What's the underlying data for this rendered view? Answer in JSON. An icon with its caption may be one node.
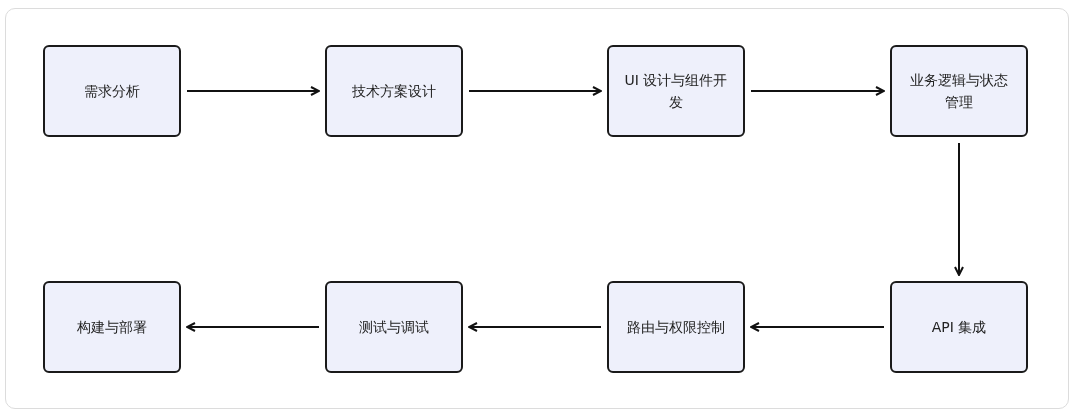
{
  "diagram": {
    "nodes": [
      {
        "text": [
          "需求分析"
        ]
      },
      {
        "text": [
          "技术方案设计"
        ]
      },
      {
        "text": [
          "UI 设计与组件开发"
        ]
      },
      {
        "text": [
          "业务逻辑与状态管理"
        ]
      },
      {
        "text": [
          "构建与部署"
        ]
      },
      {
        "text": [
          "测试与调试"
        ]
      },
      {
        "text": [
          "路由与权限控制"
        ]
      },
      {
        "text": [
          "API 集成"
        ]
      }
    ],
    "edges": [
      {
        "from": 0,
        "to": 1,
        "arrow": "to"
      },
      {
        "from": 1,
        "to": 2,
        "arrow": "to"
      },
      {
        "from": 2,
        "to": 3,
        "arrow": "to"
      },
      {
        "from": 3,
        "to": 7,
        "arrow": "to"
      },
      {
        "from": 7,
        "to": 6,
        "arrow": "to"
      },
      {
        "from": 6,
        "to": 5,
        "arrow": "to"
      },
      {
        "from": 5,
        "to": 4,
        "arrow": "to"
      }
    ]
  }
}
